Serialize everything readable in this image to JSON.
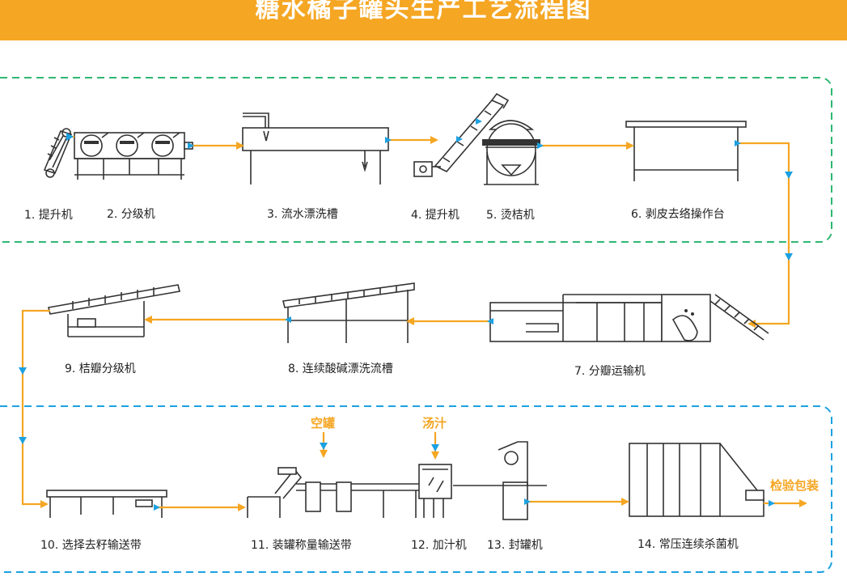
{
  "title": "糖水橘子罐头生产工艺流程图",
  "colors": {
    "accent": "#f5a623",
    "section1": "#2eb872",
    "section3": "#1ba1e2",
    "connector": "#1ba1e2"
  },
  "steps": [
    {
      "label": "1. 提升机"
    },
    {
      "label": "2. 分级机"
    },
    {
      "label": "3. 流水漂洗槽"
    },
    {
      "label": "4. 提升机"
    },
    {
      "label": "5. 烫桔机"
    },
    {
      "label": "6. 剥皮去络操作台"
    },
    {
      "label": "7. 分瓣运输机"
    },
    {
      "label": "8. 连续酸碱漂洗流槽"
    },
    {
      "label": "9. 桔瓣分级机"
    },
    {
      "label": "10. 选择去籽输送带"
    },
    {
      "label": "11. 装罐称量输送带"
    },
    {
      "label": "12. 加汁机"
    },
    {
      "label": "13. 封罐机"
    },
    {
      "label": "14. 常压连续杀菌机"
    }
  ],
  "inputs": {
    "empty_can": "空罐",
    "syrup": "汤汁"
  },
  "output": "检验包装"
}
